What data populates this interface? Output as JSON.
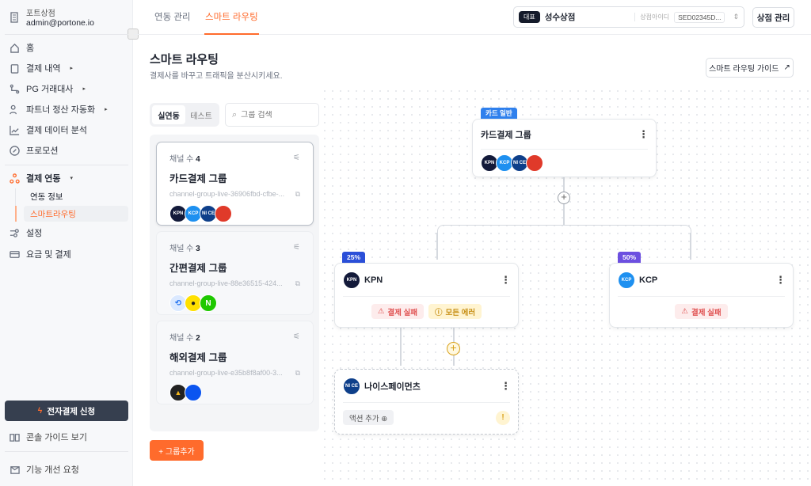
{
  "sidebar": {
    "store_name": "포트상점",
    "email": "admin@portone.io",
    "items": [
      {
        "label": "홈",
        "icon": "home-icon"
      },
      {
        "label": "결제 내역",
        "icon": "clipboard-icon",
        "caret": "▸"
      },
      {
        "label": "PG 거래대사",
        "icon": "route-icon",
        "caret": "▸"
      },
      {
        "label": "파트너 정산 자동화",
        "icon": "users-icon",
        "caret": "▸"
      },
      {
        "label": "결제 데이터 분석",
        "icon": "chart-icon"
      },
      {
        "label": "프로모션",
        "icon": "percent-icon"
      }
    ],
    "integration": {
      "label": "결제 연동",
      "caret": "▾",
      "subitems": [
        "연동 정보",
        "스마트라우팅"
      ]
    },
    "items2": [
      {
        "label": "설정"
      },
      {
        "label": "요금 및 결제"
      }
    ],
    "apply_button": "전자결제 신청",
    "guide_link": "콘솔 가이드 보기",
    "feedback_link": "기능 개선 요청"
  },
  "topbar": {
    "tabs": [
      "연동 관리",
      "스마트 라우팅"
    ],
    "store_badge": "대표",
    "store": "성수상점",
    "store_id_label": "상점아이디",
    "store_id": "SED02345D...",
    "manage_button": "상점 관리"
  },
  "page": {
    "title": "스마트 라우팅",
    "subtitle": "결제사를 바꾸고 트래픽을 분산시키세요.",
    "guide_button": "스마트 라우팅 가이드",
    "guide_arrow": "↗"
  },
  "panel": {
    "env_tabs": [
      "실연동",
      "테스트"
    ],
    "search_placeholder": "그룹 검색",
    "count_label": "채널 수",
    "groups": [
      {
        "count": "4",
        "name": "카드결제 그룹",
        "id": "channel-group-live-36906fbd-cfbe-..."
      },
      {
        "count": "3",
        "name": "간편결제 그룹",
        "id": "channel-group-live-88e36515-424..."
      },
      {
        "count": "2",
        "name": "해외결제 그룹",
        "id": "channel-group-live-e35b8f8af00-3..."
      }
    ],
    "add_button": "+ 그룹추가"
  },
  "flow": {
    "root": {
      "badge": "카드 일반",
      "title": "카드결제 그룹"
    },
    "kpn": {
      "badge": "25%",
      "name": "KPN",
      "chips": [
        "결제 실패",
        "모든 에러"
      ]
    },
    "kcp": {
      "badge": "50%",
      "name": "KCP",
      "chips": [
        "결제 실패"
      ]
    },
    "nice": {
      "name": "나이스페이먼츠",
      "action": "액션 추가 ⊕",
      "alert": "!"
    }
  },
  "logos": {
    "kpn": "KPN",
    "kcp": "KCP",
    "nice": "NI CE",
    "n": "N"
  },
  "colors": {
    "accent": "#ff6b2c",
    "blue_badge": "#2f80ed",
    "kpn_badge": "#2b4fd8",
    "kcp_badge": "#6c4fe0"
  }
}
